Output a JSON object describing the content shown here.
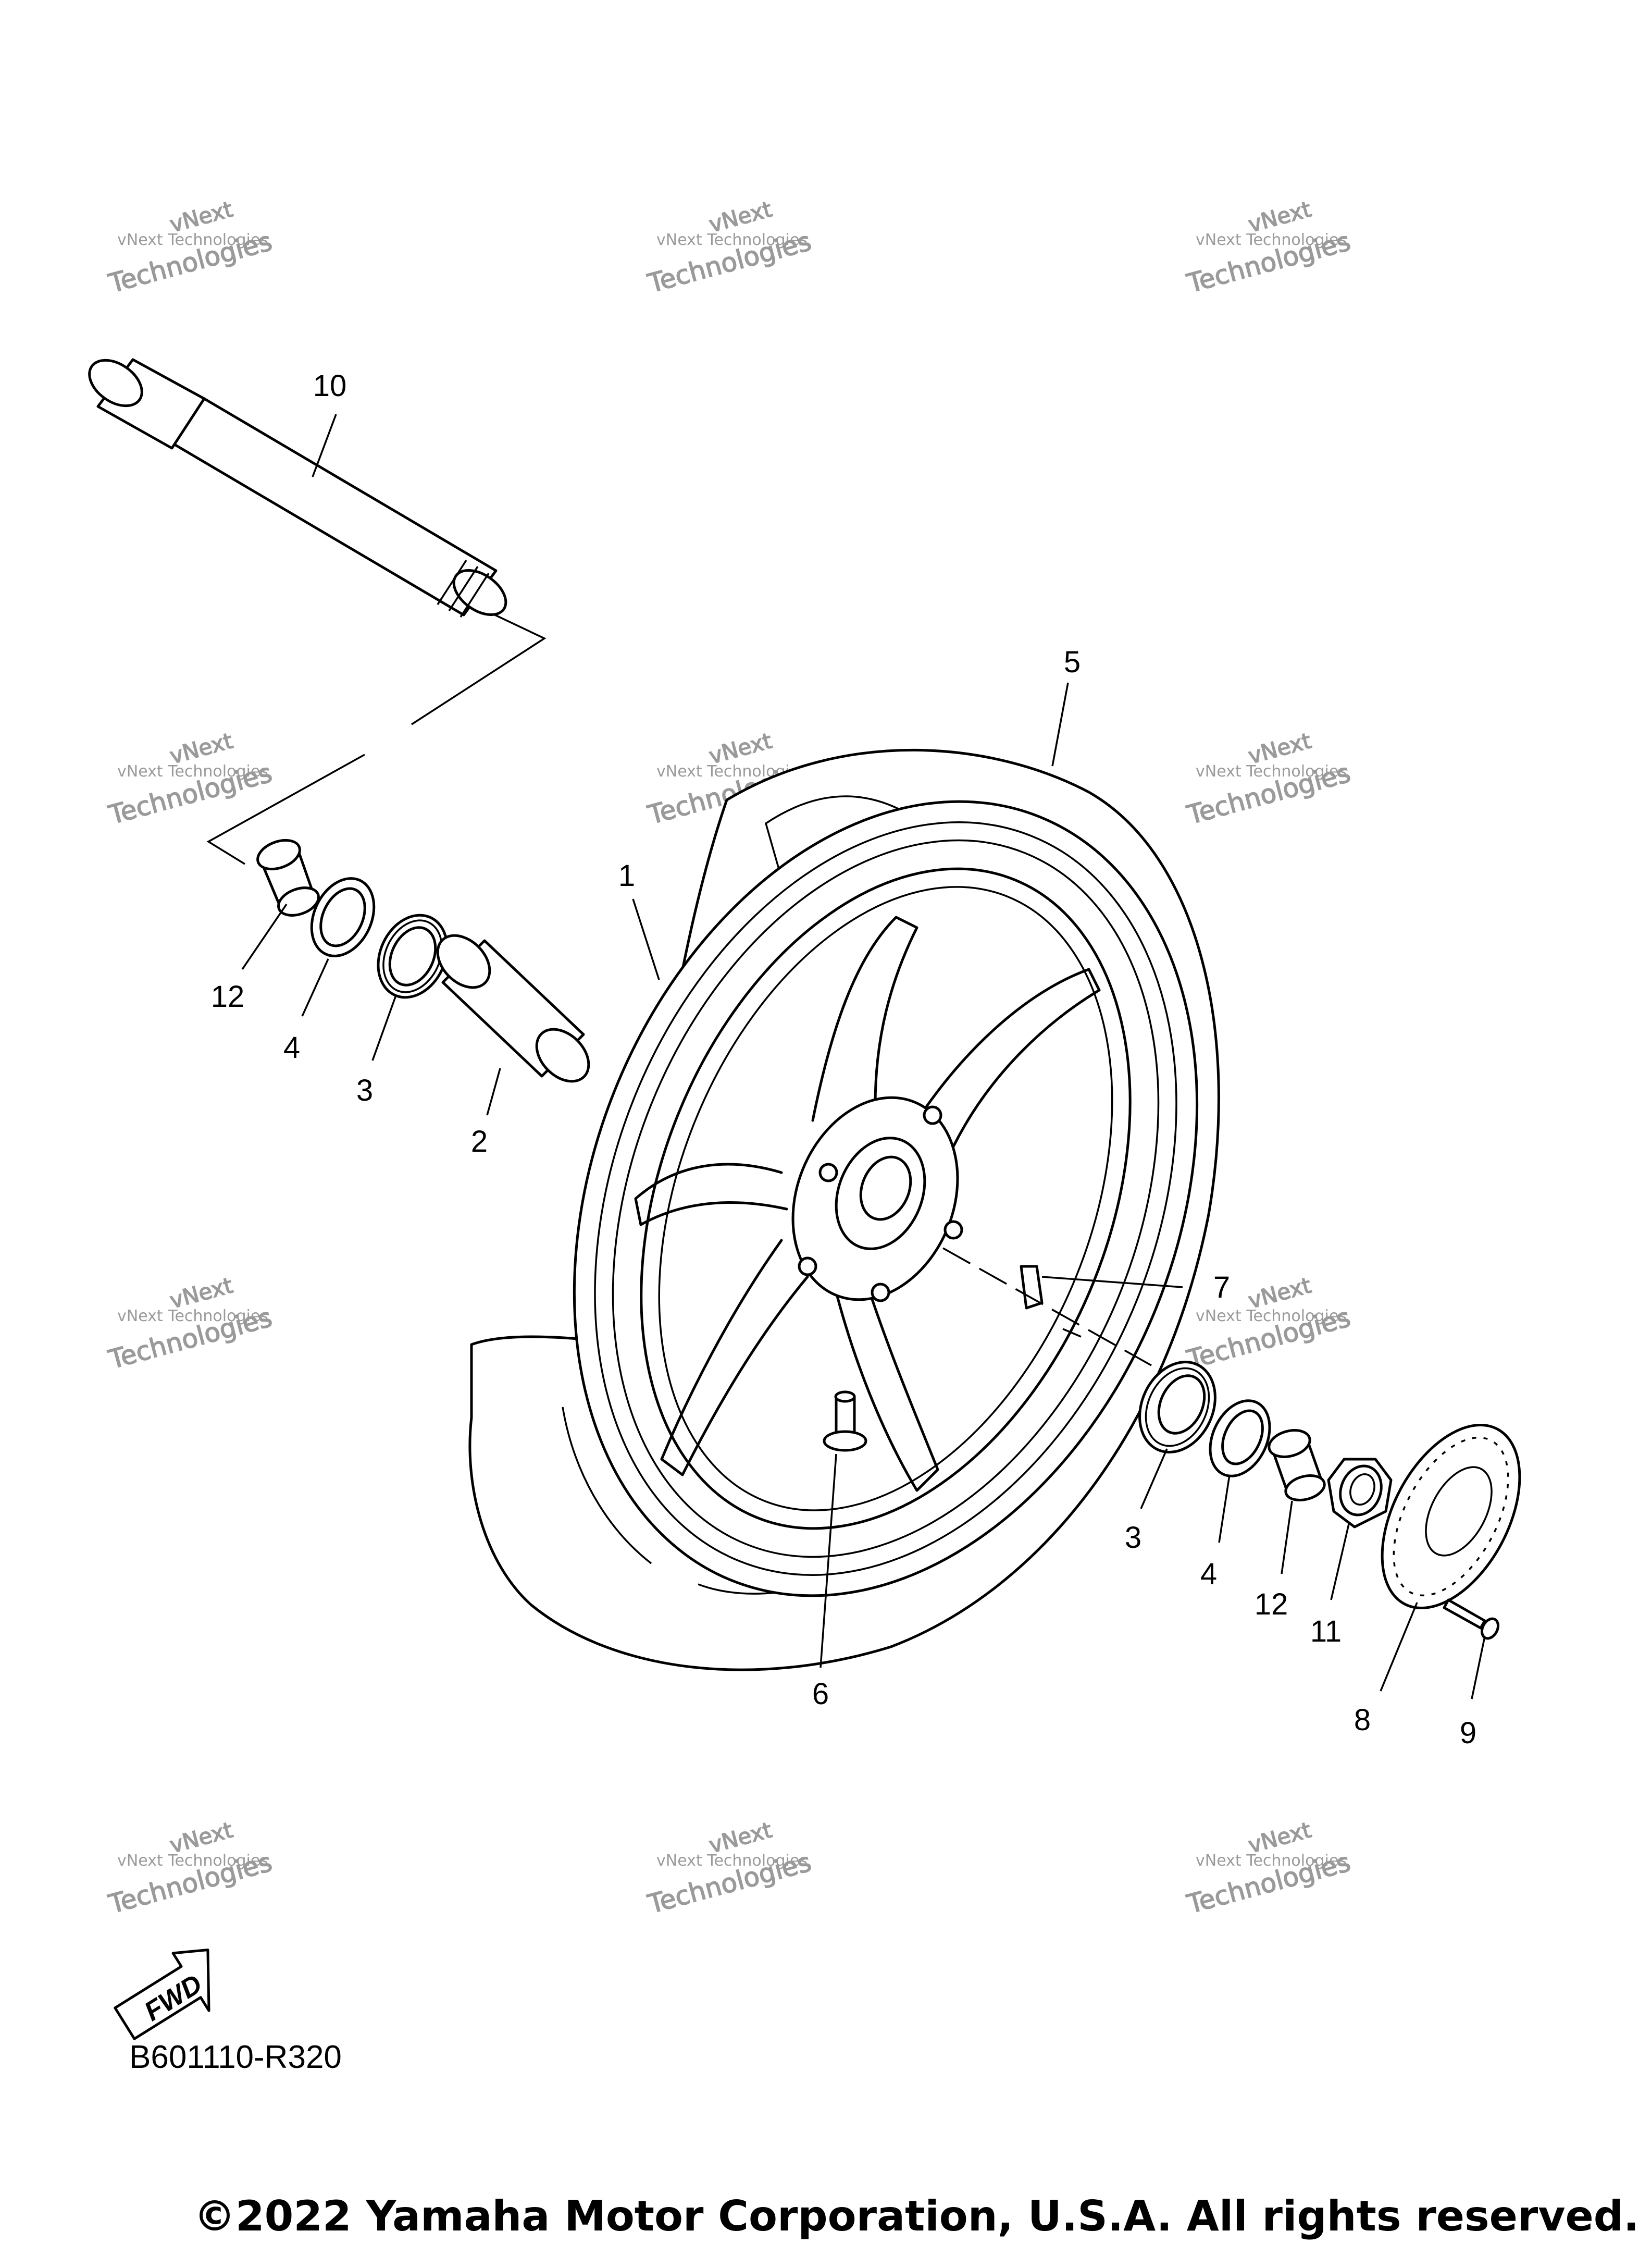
{
  "callouts": [
    {
      "id": "c1",
      "label": "1"
    },
    {
      "id": "c2",
      "label": "2"
    },
    {
      "id": "c3a",
      "label": "3"
    },
    {
      "id": "c3b",
      "label": "3"
    },
    {
      "id": "c4a",
      "label": "4"
    },
    {
      "id": "c4b",
      "label": "4"
    },
    {
      "id": "c5",
      "label": "5"
    },
    {
      "id": "c6",
      "label": "6"
    },
    {
      "id": "c7",
      "label": "7"
    },
    {
      "id": "c8",
      "label": "8"
    },
    {
      "id": "c9",
      "label": "9"
    },
    {
      "id": "c10",
      "label": "10"
    },
    {
      "id": "c11",
      "label": "11"
    },
    {
      "id": "c12a",
      "label": "12"
    },
    {
      "id": "c12b",
      "label": "12"
    }
  ],
  "watermark": {
    "line1": "vNext",
    "line2": "vNext Technologies",
    "line3": "Technologies"
  },
  "fwd_label": "FWD",
  "diagram_code": "B601110-R320",
  "copyright": "©2022 Yamaha Motor Corporation, U.S.A. All rights reserved."
}
